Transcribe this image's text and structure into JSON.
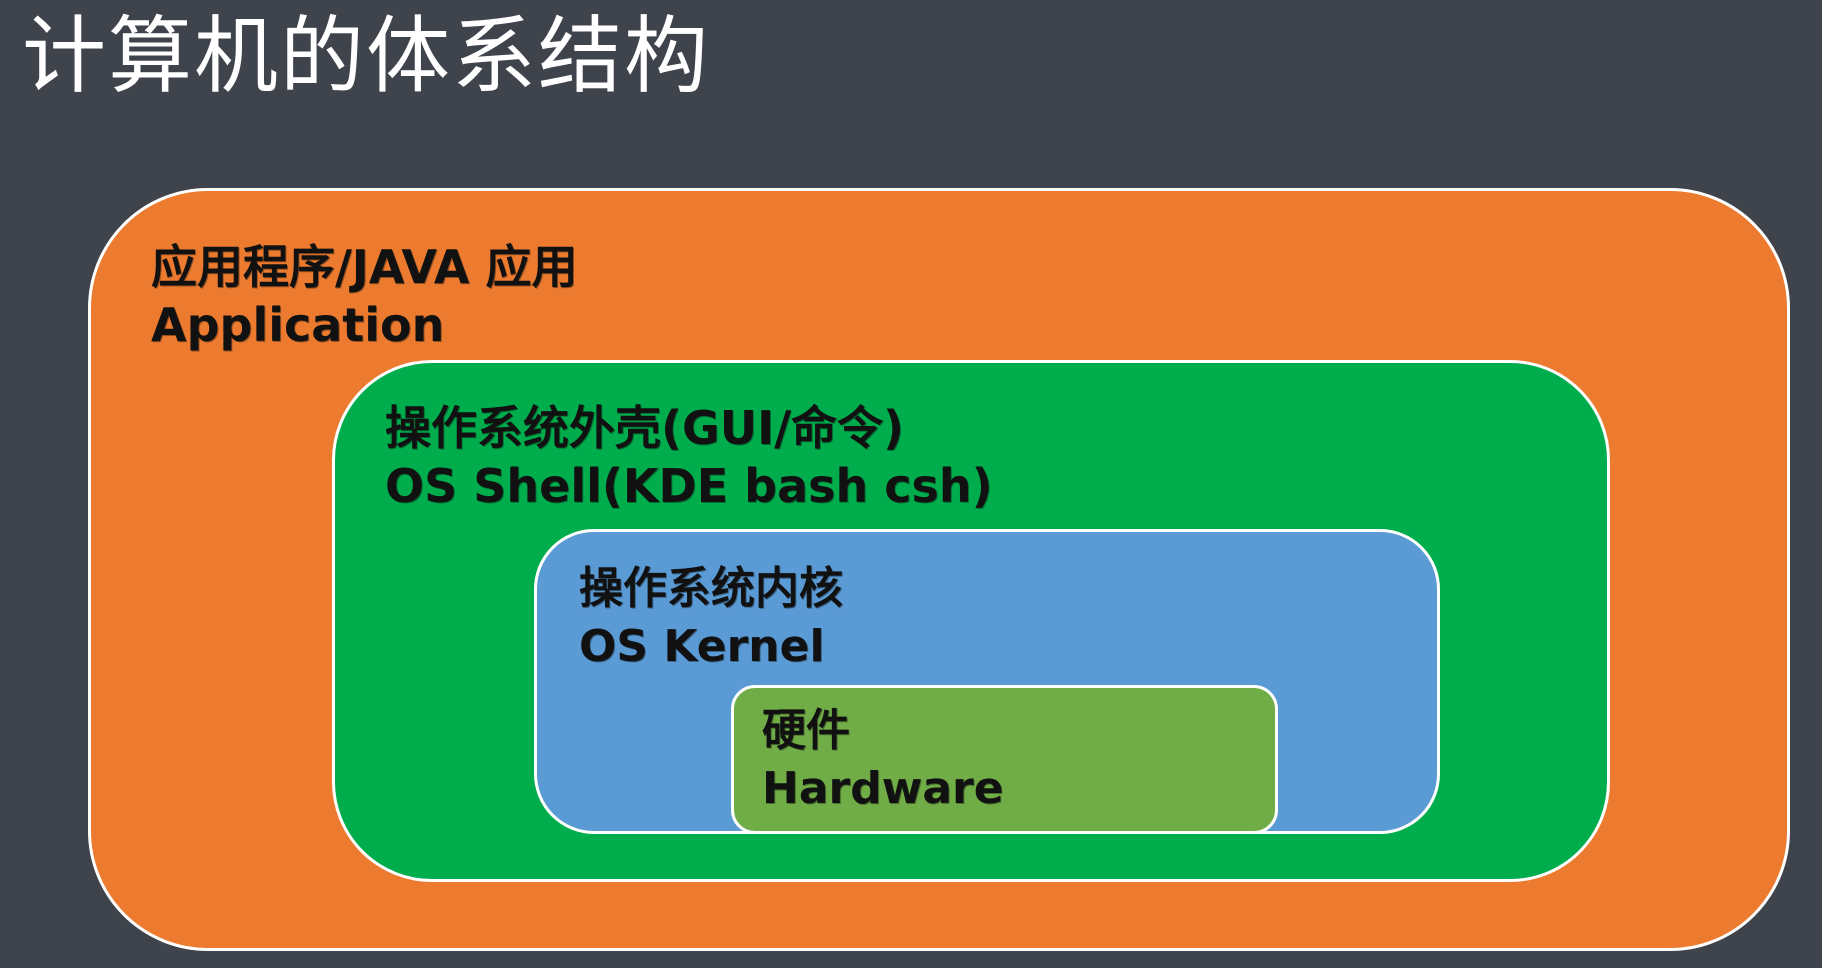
{
  "title": "计算机的体系结构",
  "colors": {
    "background": "#3f434b",
    "application": "#ec7b30",
    "os_shell": "#00ad4d",
    "os_kernel": "#5b9bd5",
    "hardware": "#70ad47",
    "border": "#ffffff",
    "label_text": "#111111"
  },
  "layers": [
    {
      "id": "application",
      "zh": "应用程序/JAVA 应用",
      "en": "Application"
    },
    {
      "id": "os_shell",
      "zh": "操作系统外壳(GUI/命令)",
      "en": "OS Shell(KDE bash csh)"
    },
    {
      "id": "os_kernel",
      "zh": "操作系统内核",
      "en": "OS Kernel"
    },
    {
      "id": "hardware",
      "zh": "硬件",
      "en": "Hardware"
    }
  ]
}
